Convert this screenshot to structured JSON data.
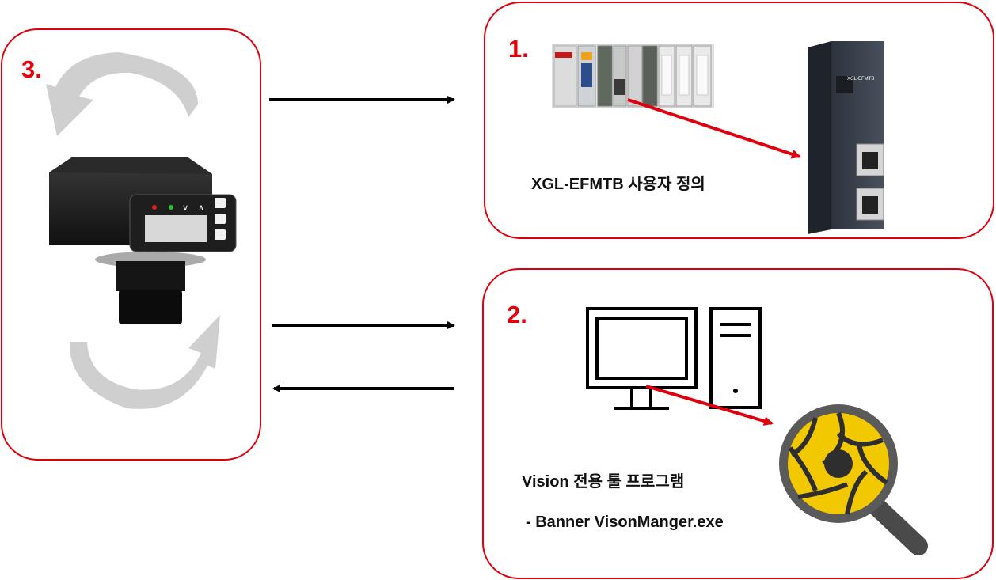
{
  "panels": {
    "plc": {
      "step": "1.",
      "caption": "XGL-EFMTB 사용자 정의",
      "module_label": "XGL-EFMTB"
    },
    "vision": {
      "step": "2.",
      "caption": "Vision 전용 툴 프로그램",
      "sub_caption": "- Banner VisonManger.exe"
    },
    "camera": {
      "step": "3."
    }
  },
  "colors": {
    "accent": "#e0000d",
    "arrow": "#000000",
    "magnifier": "#f2c800"
  },
  "icons": [
    "plc-rack-image",
    "ethernet-module-image",
    "desktop-pc-icon",
    "vision-magnifier-icon",
    "smart-camera-image",
    "cycle-arrows-icon"
  ]
}
